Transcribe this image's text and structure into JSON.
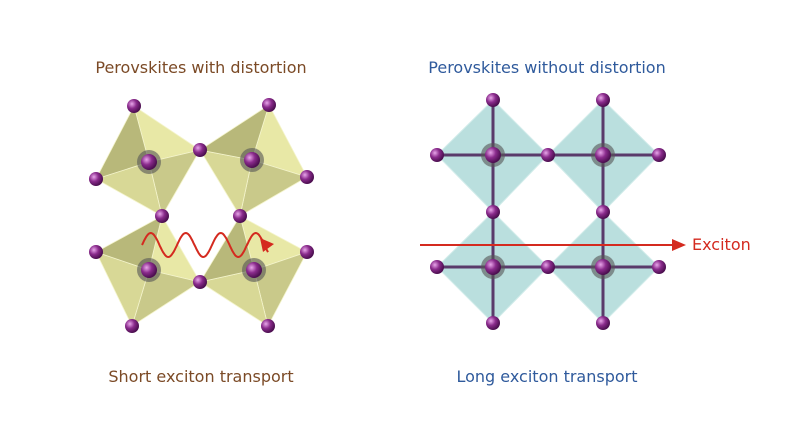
{
  "left": {
    "title": "Perovskites with distortion",
    "caption": "Short exciton transport"
  },
  "right": {
    "title": "Perovskites without distortion",
    "caption": "Long exciton transport",
    "arrow_label": "Exciton"
  },
  "colors": {
    "atom": "#8a2b8c",
    "octa_left": "#d9d98e",
    "octa_right": "#a9d8d6",
    "arrow": "#d42a1f"
  }
}
